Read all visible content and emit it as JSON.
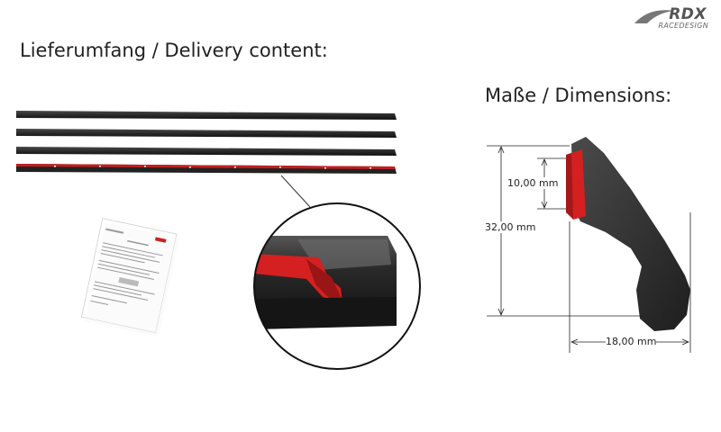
{
  "logo": {
    "brand": "RDX",
    "sub": "RACEDESIGN"
  },
  "headings": {
    "delivery": "Lieferumfang / Delivery content:",
    "dimensions": "Maße / Dimensions:"
  },
  "dimensions": {
    "height_inner": "10,00 mm",
    "height_total": "32,00 mm",
    "width": "18,00 mm"
  },
  "colors": {
    "strip": "#2b2b2b",
    "tape": "#d42020",
    "profile": "#3a3a3a"
  }
}
